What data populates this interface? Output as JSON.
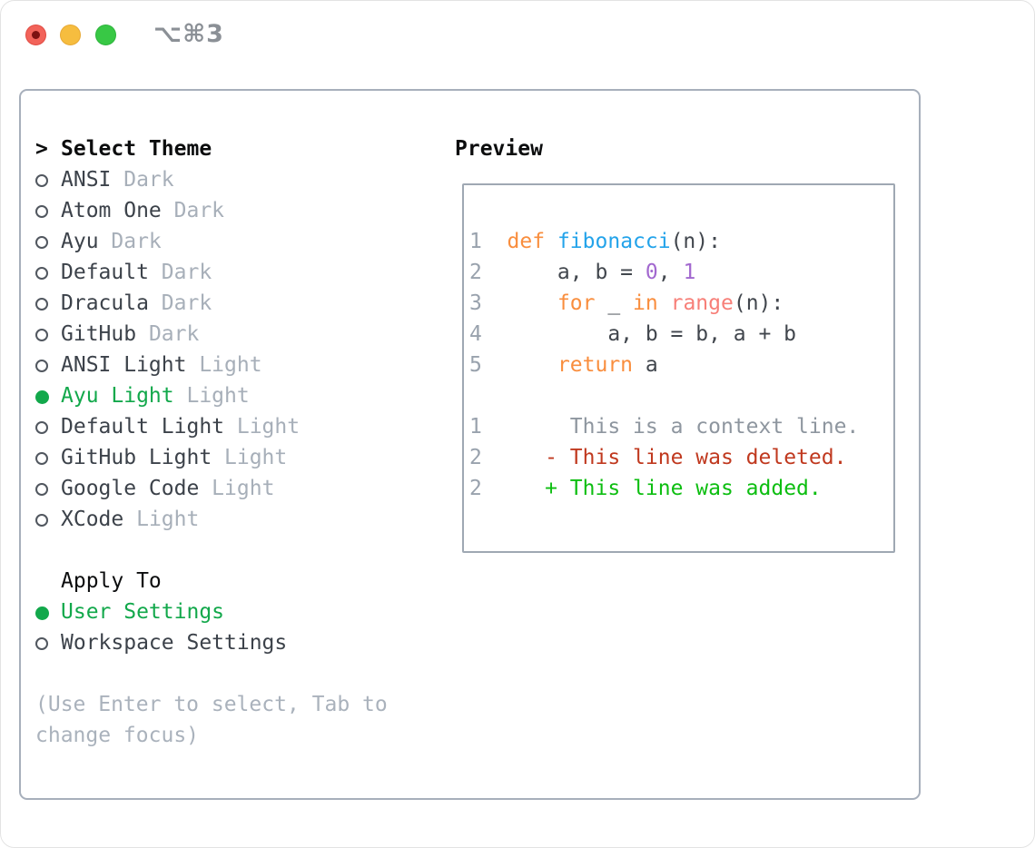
{
  "window": {
    "title": "⌥⌘3",
    "traffic_lights": [
      "close",
      "minimize",
      "zoom"
    ]
  },
  "theme_list": {
    "header_prefix": ">",
    "header": "Select Theme",
    "items": [
      {
        "name": "ANSI",
        "variant": "Dark",
        "selected": false
      },
      {
        "name": "Atom One",
        "variant": "Dark",
        "selected": false
      },
      {
        "name": "Ayu",
        "variant": "Dark",
        "selected": false
      },
      {
        "name": "Default",
        "variant": "Dark",
        "selected": false
      },
      {
        "name": "Dracula",
        "variant": "Dark",
        "selected": false
      },
      {
        "name": "GitHub",
        "variant": "Dark",
        "selected": false
      },
      {
        "name": "ANSI Light",
        "variant": "Light",
        "selected": false
      },
      {
        "name": "Ayu Light",
        "variant": "Light",
        "selected": true
      },
      {
        "name": "Default Light",
        "variant": "Light",
        "selected": false
      },
      {
        "name": "GitHub Light",
        "variant": "Light",
        "selected": false
      },
      {
        "name": "Google Code",
        "variant": "Light",
        "selected": false
      },
      {
        "name": "XCode",
        "variant": "Light",
        "selected": false
      }
    ]
  },
  "apply_to": {
    "header": "Apply To",
    "options": [
      {
        "label": "User Settings",
        "selected": true
      },
      {
        "label": "Workspace Settings",
        "selected": false
      }
    ]
  },
  "help_text": [
    "(Use Enter to select, Tab to",
    "change focus)"
  ],
  "preview": {
    "header": "Preview",
    "code_lines": [
      {
        "segments": [
          {
            "t": "1  ",
            "c": "num"
          },
          {
            "t": "def",
            "c": "kw"
          },
          {
            "t": " ",
            "c": "fg"
          },
          {
            "t": "fibonacci",
            "c": "fn"
          },
          {
            "t": "(n):",
            "c": "fg"
          }
        ]
      },
      {
        "segments": [
          {
            "t": "2  ",
            "c": "num"
          },
          {
            "t": "    a, b = ",
            "c": "fg"
          },
          {
            "t": "0",
            "c": "lit"
          },
          {
            "t": ", ",
            "c": "fg"
          },
          {
            "t": "1",
            "c": "lit"
          }
        ]
      },
      {
        "segments": [
          {
            "t": "3  ",
            "c": "num"
          },
          {
            "t": "    ",
            "c": "fg"
          },
          {
            "t": "for",
            "c": "kw"
          },
          {
            "t": " _ ",
            "c": "fg"
          },
          {
            "t": "in",
            "c": "kw"
          },
          {
            "t": " ",
            "c": "fg"
          },
          {
            "t": "range",
            "c": "call"
          },
          {
            "t": "(n):",
            "c": "fg"
          }
        ]
      },
      {
        "segments": [
          {
            "t": "4  ",
            "c": "num"
          },
          {
            "t": "        a, b = b, a + b",
            "c": "fg"
          }
        ]
      },
      {
        "segments": [
          {
            "t": "5  ",
            "c": "num"
          },
          {
            "t": "    ",
            "c": "fg"
          },
          {
            "t": "return",
            "c": "kw"
          },
          {
            "t": " a",
            "c": "fg"
          }
        ]
      },
      {
        "segments": [
          {
            "t": "",
            "c": "fg"
          }
        ]
      },
      {
        "segments": [
          {
            "t": "1",
            "c": "num"
          },
          {
            "t": "       This is a context line.",
            "c": "ctx"
          }
        ]
      },
      {
        "segments": [
          {
            "t": "2",
            "c": "num"
          },
          {
            "t": "     ",
            "c": "fg"
          },
          {
            "t": "- This line was deleted.",
            "c": "del"
          }
        ]
      },
      {
        "segments": [
          {
            "t": "2",
            "c": "num"
          },
          {
            "t": "     ",
            "c": "fg"
          },
          {
            "t": "+ This line was added.",
            "c": "add"
          }
        ]
      }
    ]
  },
  "colors": {
    "accent_green": "#12a84b",
    "diff_added_green": "#0dbe11",
    "diff_deleted_red": "#c0391f",
    "keyword_orange": "#f98e3e",
    "function_blue": "#23a3ea",
    "literal_purple": "#a268cf",
    "call_coral": "#f77f78",
    "muted_gray": "#a7afb9",
    "panel_border": "#a7afbb",
    "traffic_red": "#f2635a",
    "traffic_yellow": "#f6bd3f",
    "traffic_green": "#38c845"
  }
}
